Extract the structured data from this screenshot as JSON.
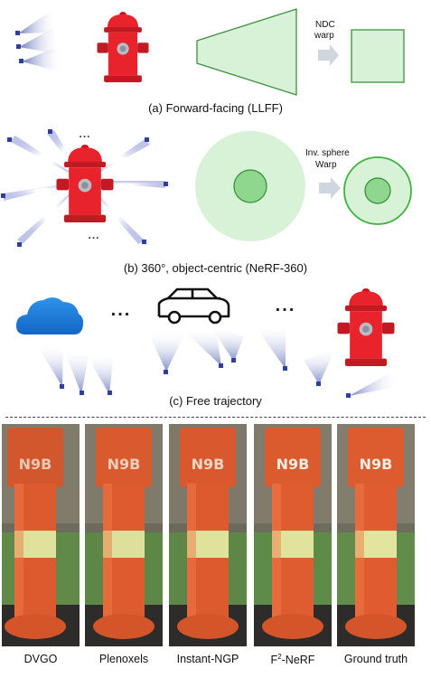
{
  "captions": {
    "a": "(a) Forward-facing (LLFF)",
    "b": "(b) 360°, object-centric (NeRF-360)",
    "c": "(c) Free trajectory"
  },
  "annotations": {
    "ndc_1": "NDC",
    "ndc_2": "warp",
    "sphere_1": "Inv. sphere",
    "sphere_2": "Warp"
  },
  "dots": "...",
  "methods": {
    "m1": "DVGO",
    "m2": "Plenoxels",
    "m3": "Instant-NGP",
    "m4_prefix": "F",
    "m4_sup": "2",
    "m4_suffix": "-NeRF",
    "m5": "Ground truth"
  },
  "photo_texts": {
    "p1": "N9B",
    "p2": "N9B",
    "p3": "N9B",
    "p4": "N9B",
    "p5": "N9B"
  },
  "colors": {
    "hydrant_red": "#e8232b",
    "cone_blue": "#3b4ea8",
    "frustum_green": "#d8f2d8",
    "inner_green": "#3db33d",
    "cloud_blue": "#1c7fd8",
    "band_yellow": "#dfe29a"
  }
}
